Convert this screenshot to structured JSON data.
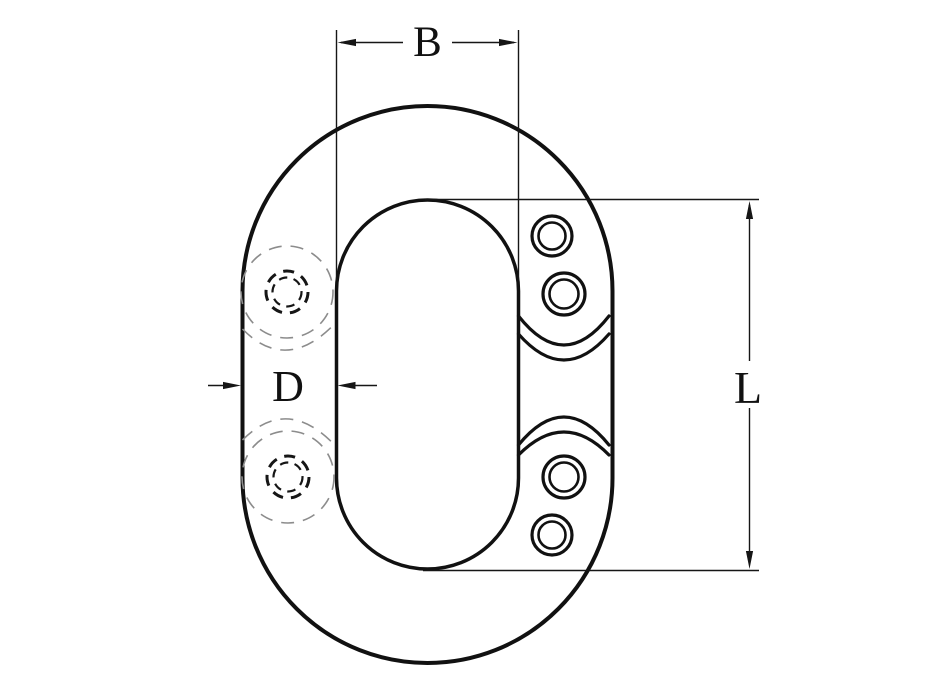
{
  "drawing": {
    "subject": "oval connecting link with riveted joints, front view",
    "dimension_labels": {
      "b": "B",
      "d": "D",
      "l": "L"
    },
    "colors": {
      "line": "#111111",
      "hidden_detail": "#8c8c8c",
      "background": "#ffffff"
    }
  }
}
